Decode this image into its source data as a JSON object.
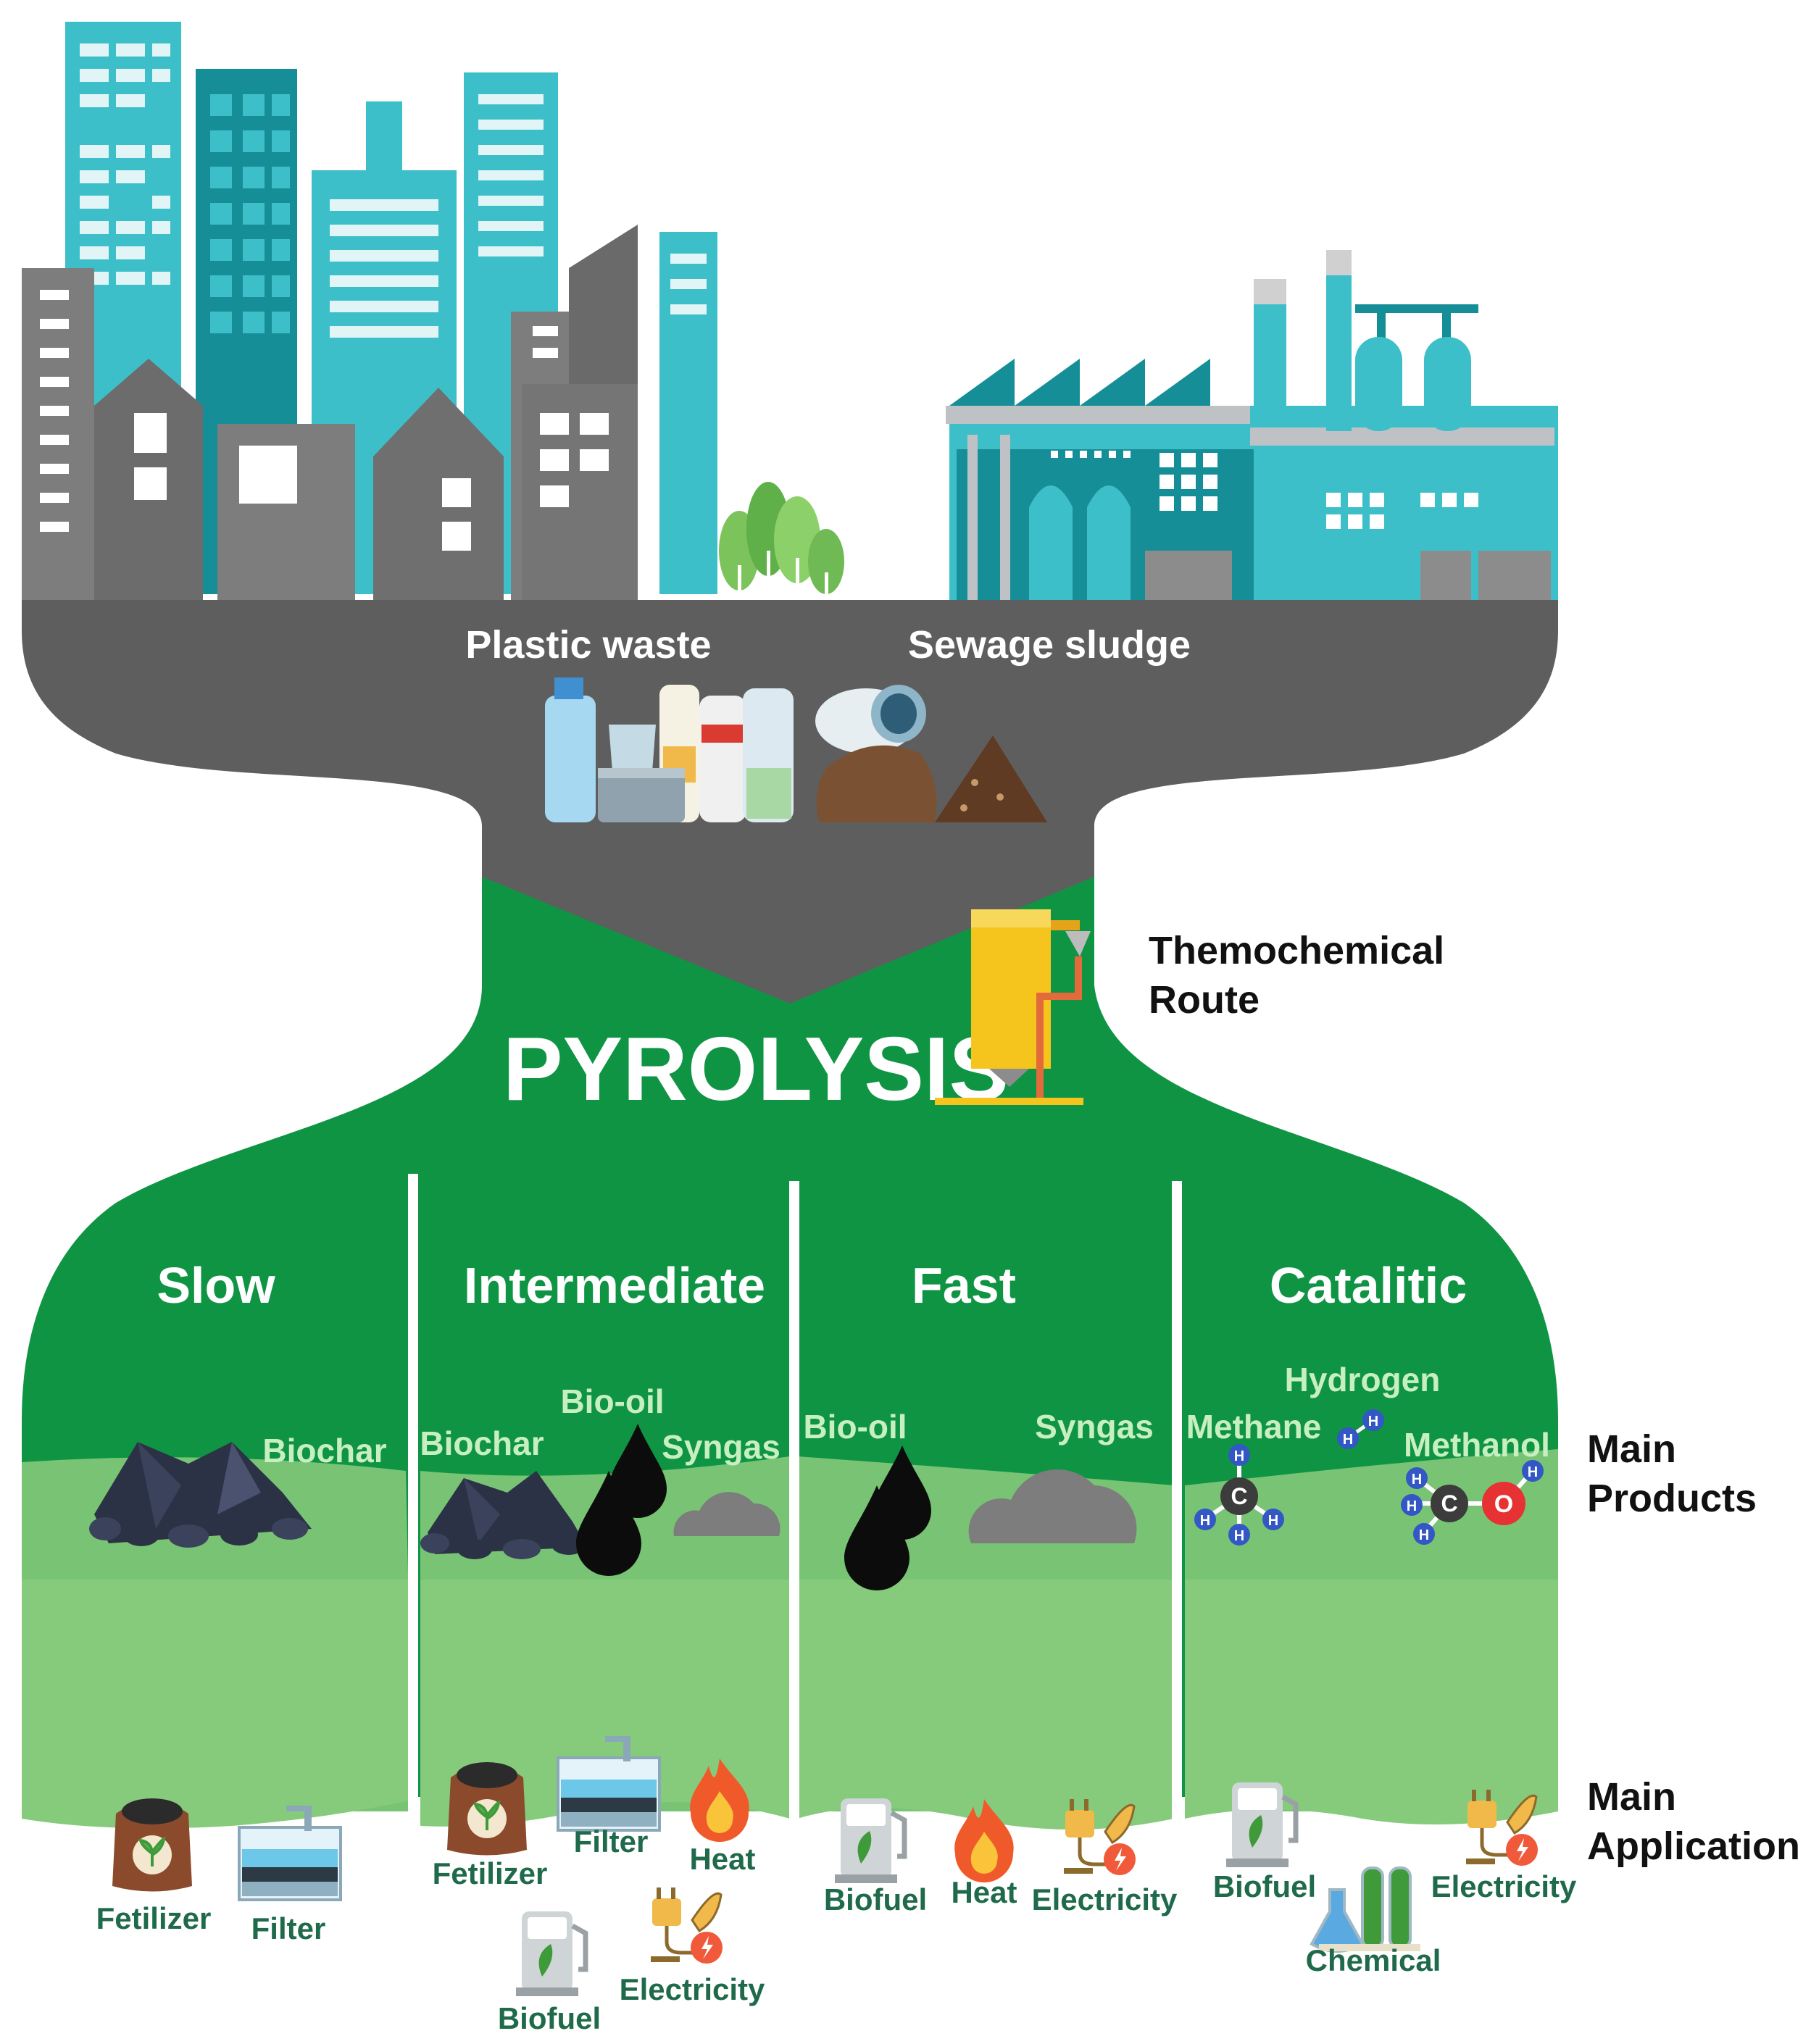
{
  "inputs": {
    "plastic_waste": "Plastic waste",
    "sewage_sludge": "Sewage sludge"
  },
  "route": {
    "line1": "Themochemical",
    "line2": "Route"
  },
  "title": "PYROLYSIS",
  "side_labels": {
    "main_products_1": "Main",
    "main_products_2": "Products",
    "main_application_1": "Main",
    "main_application_2": "Application"
  },
  "columns": [
    {
      "name": "Slow",
      "products": [
        "Biochar"
      ],
      "applications": [
        "Fetilizer",
        "Filter"
      ]
    },
    {
      "name": "Intermediate",
      "products": [
        "Biochar",
        "Bio-oil",
        "Syngas"
      ],
      "applications": [
        "Fetilizer",
        "Filter",
        "Heat",
        "Biofuel",
        "Electricity"
      ]
    },
    {
      "name": "Fast",
      "products": [
        "Bio-oil",
        "Syngas"
      ],
      "applications": [
        "Biofuel",
        "Heat",
        "Electricity"
      ]
    },
    {
      "name": "Catalitic",
      "products": [
        "Methane",
        "Hydrogen",
        "Methanol"
      ],
      "applications": [
        "Biofuel",
        "Chemical",
        "Electricity"
      ]
    }
  ],
  "atoms": {
    "carbon": "C",
    "hydrogen": "H",
    "oxygen": "O"
  },
  "colors": {
    "teal": "#3dbfc9",
    "dark_teal": "#168e97",
    "gray": "#7d7d7d",
    "road_gray": "#5e5e5e",
    "green": "#0f9444",
    "light_green": "#78c474",
    "lighter_green": "#86cb7c",
    "yellow": "#f5c51e"
  }
}
